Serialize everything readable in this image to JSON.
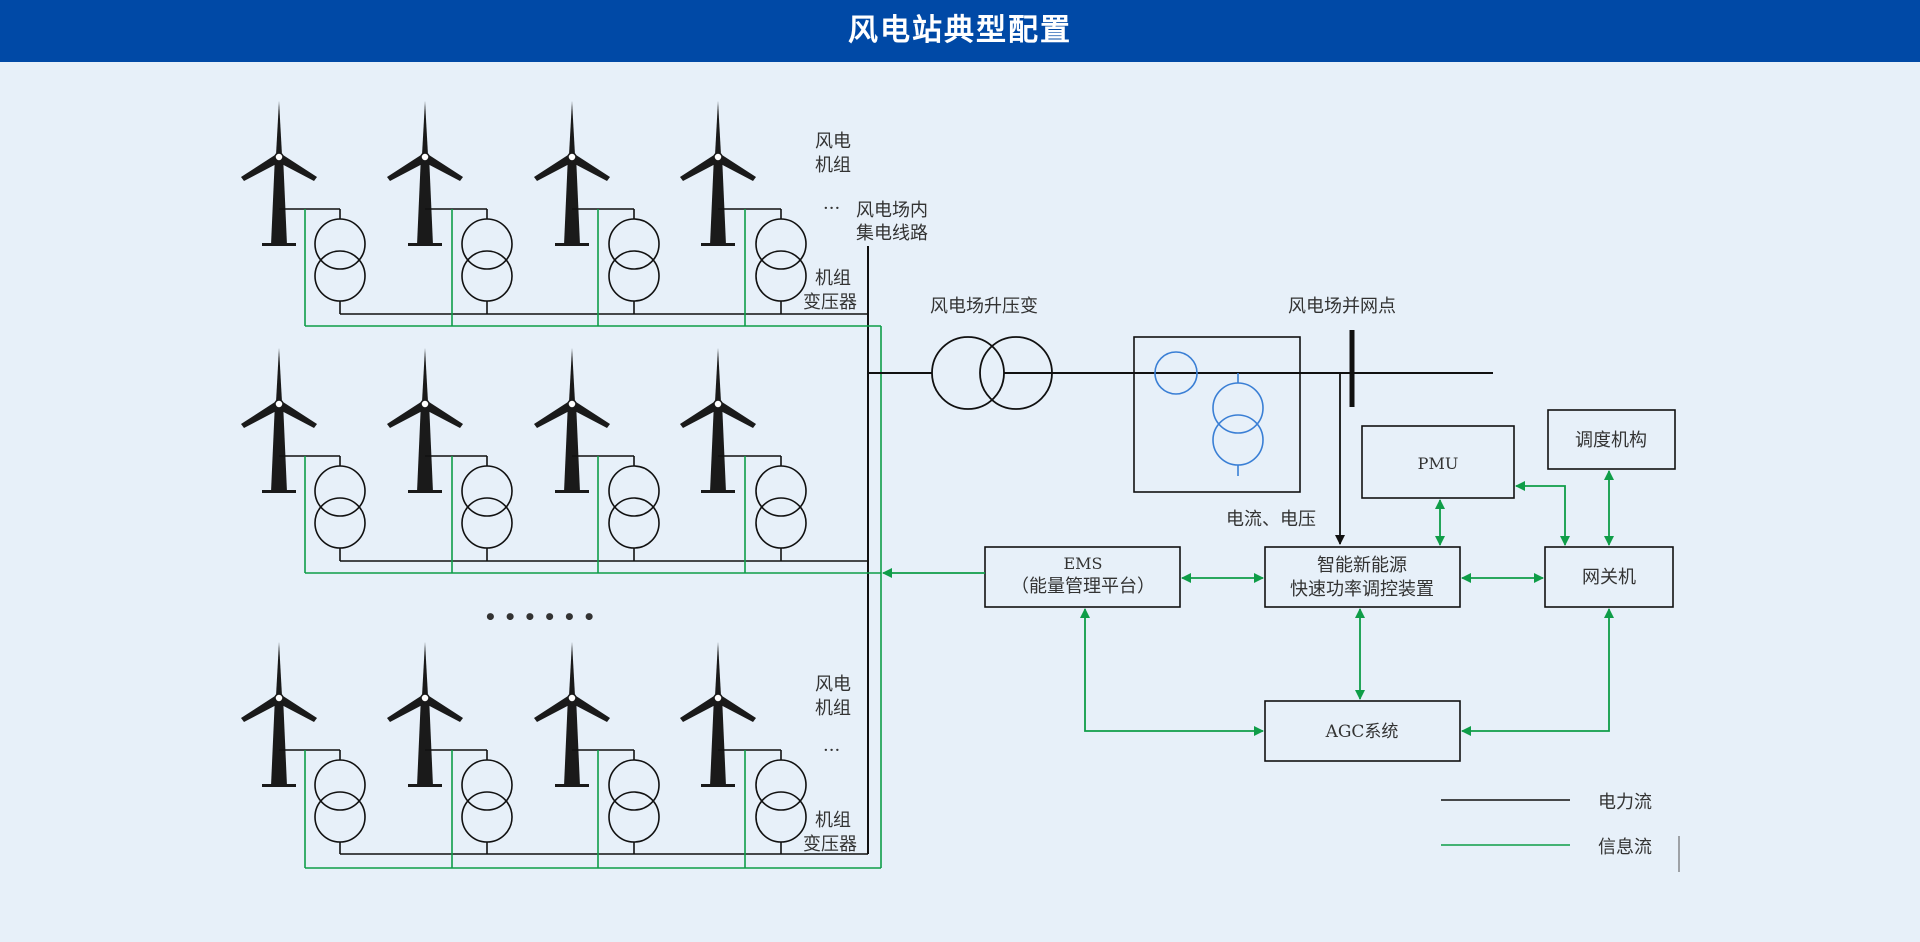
{
  "header": {
    "title": "风电站典型配置"
  },
  "labels": {
    "wind_units_1": "风电",
    "wind_units_2": "机组",
    "ellipsis": "···",
    "collector_1": "风电场内",
    "collector_2": "集电线路",
    "unit_transformer_1": "机组",
    "unit_transformer_2": "变压器",
    "step_up": "风电场升压变",
    "grid_point": "风电场并网点",
    "current_voltage": "电流、电压",
    "more_rows": "• • • • • •"
  },
  "boxes": {
    "pmu": "PMU",
    "dispatch": "调度机构",
    "ems_1": "EMS",
    "ems_2": "（能量管理平台）",
    "controller_1": "智能新能源",
    "controller_2": "快速功率调控装置",
    "gateway": "网关机",
    "agc": "AGC系统"
  },
  "legend": {
    "power_flow": "电力流",
    "info_flow": "信息流"
  },
  "colors": {
    "header_bg": "#0049a6",
    "page_bg": "#e7f0f9",
    "power_line": "#111111",
    "info_line": "#0f9d48",
    "inner_transformer": "#3a7fd5"
  }
}
